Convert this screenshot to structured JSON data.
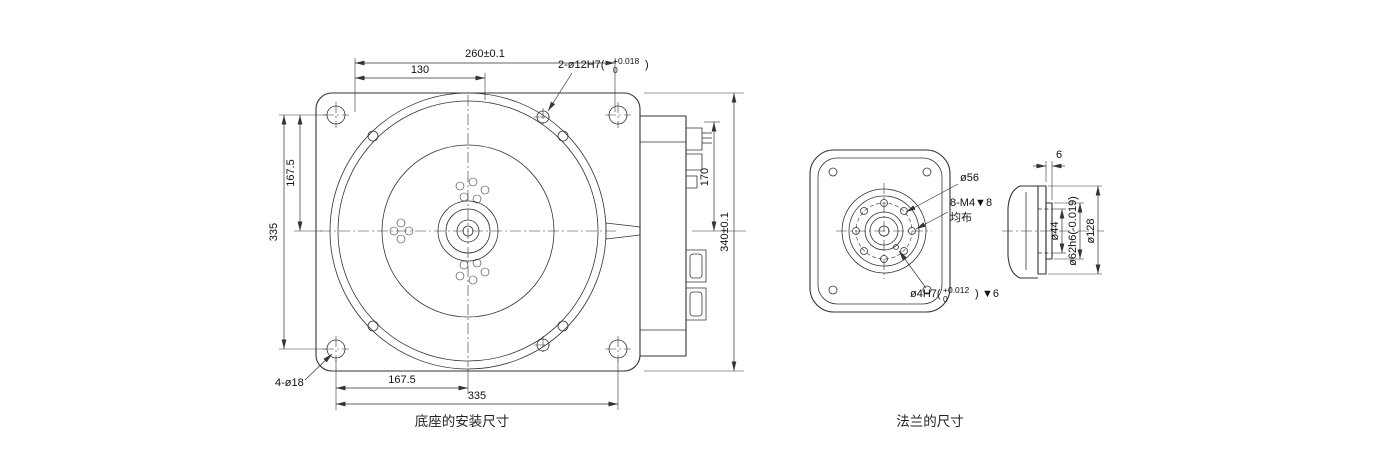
{
  "drawing": {
    "line_color": "#333333",
    "background": "#ffffff"
  },
  "views": {
    "base": {
      "caption": "底座的安装尺寸",
      "dims": {
        "width_total": "260±0.1",
        "width_half": "130",
        "dowel_note": {
          "prefix": "2-ø12H7(",
          "sup": "+0.018",
          "sub": "0",
          "suffix": ")"
        },
        "height_left": "335",
        "height_left_half": "167.5",
        "height_right_half": "170",
        "height_total": "340±0.1",
        "corner_holes": "4-ø18",
        "bottom_half": "167.5",
        "bottom_total": "335"
      }
    },
    "flange": {
      "caption": "法兰的尺寸",
      "dims": {
        "bolt_circle_dia": "ø56",
        "tapped_holes": "8-M4▼8",
        "tapped_holes_note": "均布",
        "dowel": {
          "prefix": "ø4H7(",
          "sup": "+0.012",
          "sub": "0",
          "suffix": ")",
          "depth": "▼6"
        },
        "spigot_length": "6",
        "bore_dia": "ø44",
        "spigot_dia": "ø62h6(-0.019)",
        "flange_dia": "ø128"
      }
    }
  }
}
